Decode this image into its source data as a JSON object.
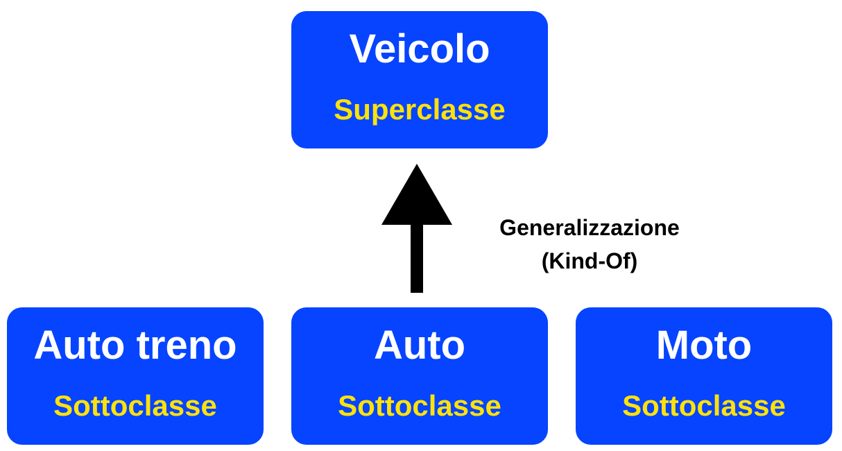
{
  "superclass": {
    "name": "Veicolo",
    "role": "Superclasse"
  },
  "subclasses": [
    {
      "name": "Auto treno",
      "role": "Sottoclasse"
    },
    {
      "name": "Auto",
      "role": "Sottoclasse"
    },
    {
      "name": "Moto",
      "role": "Sottoclasse"
    }
  ],
  "relation": {
    "name": "Generalizzazione",
    "type": "(Kind-Of)"
  },
  "colors": {
    "box_fill": "#0644FF",
    "name_text": "#FFFFFF",
    "role_text": "#FFE20A",
    "arrow": "#000000"
  }
}
